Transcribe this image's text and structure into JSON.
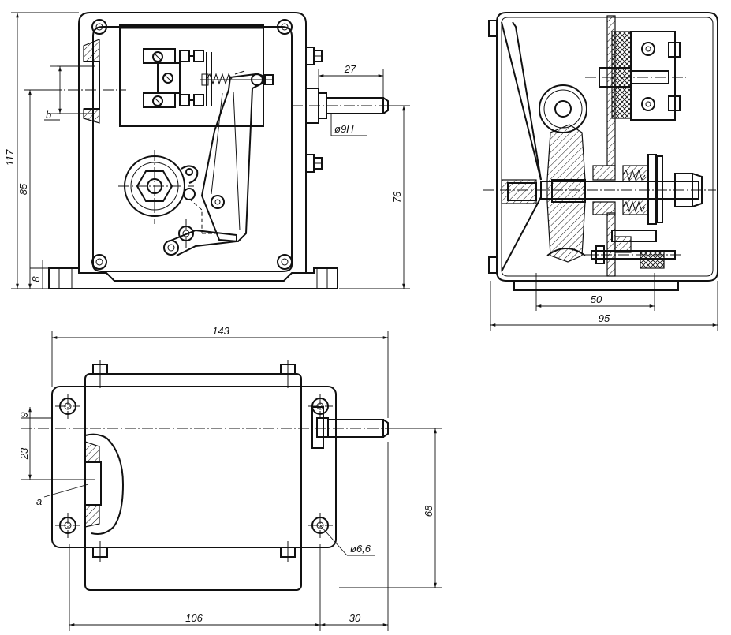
{
  "dimensions": {
    "front_overall_height": "117",
    "front_axis_height": "85",
    "front_base_thickness": "8",
    "front_b_label": "b",
    "shaft_length": "27",
    "shaft_diameter": "ø9H",
    "shaft_axis_height": "76",
    "side_inner_width": "50",
    "side_overall_width": "95",
    "top_overall_length": "143",
    "top_offset": "9",
    "top_window": "23",
    "top_a_label": "a",
    "top_hole_spacing": "68",
    "top_hole_diameter": "ø6,6",
    "top_body_length": "106",
    "top_shaft_projection": "30"
  }
}
